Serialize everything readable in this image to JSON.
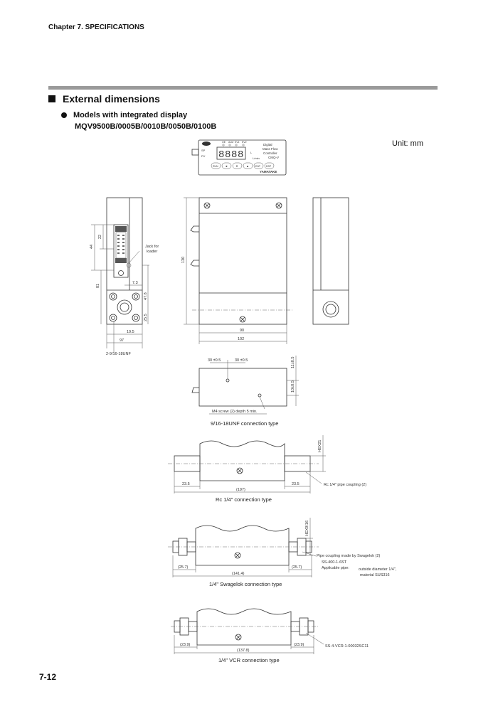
{
  "header": {
    "chapter": "Chapter 7. SPECIFICATIONS"
  },
  "section": {
    "title": "External dimensions"
  },
  "subsection": {
    "bullet": "Models with integrated display",
    "models": "MQV9500B/0005B/0010B/0050B/0100B"
  },
  "unit": "Unit: mm",
  "panel": {
    "leds": [
      "OE",
      "ALM",
      "EV1",
      "EV2"
    ],
    "sp": "SP",
    "pv": "PV",
    "l": "L",
    "lmin": "L/min",
    "name_lines": [
      "Digital",
      "Mass Flow",
      "Controller",
      "CMQ-V"
    ],
    "keys": [
      "RUN",
      "◄",
      "▼",
      "▲",
      "ENT",
      "DSP"
    ],
    "brand": "YAMATAKE"
  },
  "side_view": {
    "dims": [
      "44",
      "22",
      "81",
      "7.3",
      "47.8",
      "25.5",
      "19.5",
      "97"
    ],
    "jack_label": [
      "Jack for",
      "loader"
    ],
    "thread_label": "2-9/16-18UNF"
  },
  "front_view": {
    "dims": [
      "130",
      "90",
      "102"
    ]
  },
  "bottom_view": {
    "dims": [
      "30 ±0.5",
      "30 ±0.5",
      "11±0.5",
      "10±0.5"
    ],
    "screw_label": "M4 screw (2) depth 5 min.",
    "caption": "9/16-18UNF connection type"
  },
  "rc_type": {
    "dims": [
      "23.5",
      "23.5",
      "(197)",
      "HEX21"
    ],
    "coupling_label": "Rc 1/4\" pipe coupling (2)",
    "caption": "Rc 1/4\"  connection type"
  },
  "swagelok_type": {
    "dims": [
      "(25.7)",
      "(25.7)",
      "(141.4)",
      "HEX9/16"
    ],
    "notes": [
      "Pipe coupling made by Swagelok (2)",
      "SS-400-1-6ST",
      "Applicable pipe:",
      "outside diameter 1/4\",",
      "material SUS316"
    ],
    "caption": "1/4\" Swagelok  connection type"
  },
  "vcr_type": {
    "dims": [
      "(23.9)",
      "(23.9)",
      "(137.8)"
    ],
    "part_label": "SS-4-VCR-1-00032SC11",
    "caption": "1/4\" VCR  connection type"
  },
  "footer": {
    "page": "7-12"
  }
}
